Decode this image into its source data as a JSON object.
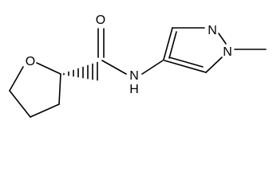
{
  "structure": {
    "atoms": [
      {
        "id": "o_ring",
        "label": "O"
      },
      {
        "id": "o_carbonyl",
        "label": "O"
      },
      {
        "id": "n_amide",
        "label": "N"
      },
      {
        "id": "h_amide",
        "label": "H"
      },
      {
        "id": "n_pyrazole_2",
        "label": "N"
      },
      {
        "id": "n_pyrazole_1",
        "label": "N"
      }
    ]
  }
}
